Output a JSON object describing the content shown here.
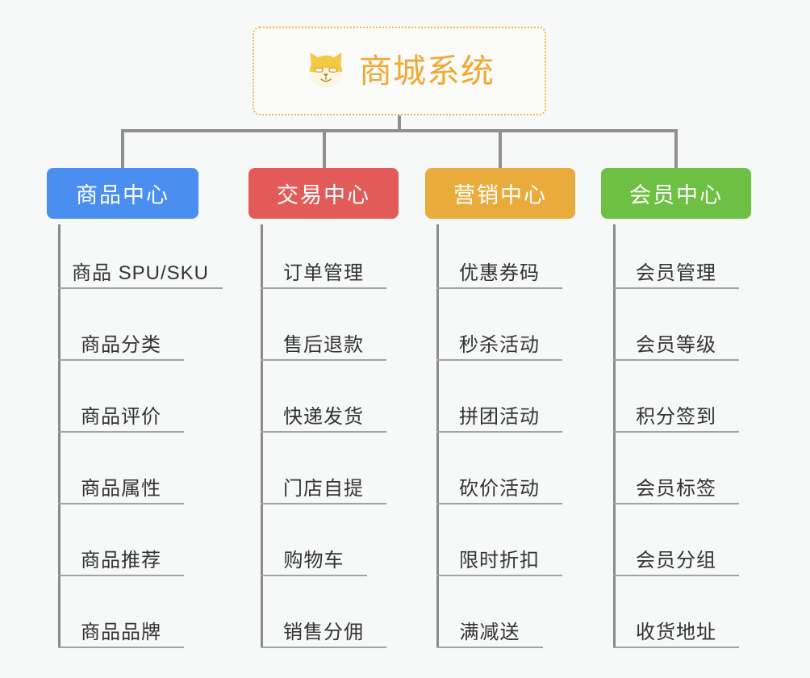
{
  "diagram": {
    "type": "mindmap-tree",
    "background_color": "#f7f8f8",
    "connector_color": "#8f8f8f",
    "root": {
      "title": "商城系统",
      "icon": "shiba-dog-face-icon",
      "border_color": "#f0b840",
      "text_color": "#eeaa33",
      "background_color": "#fbfbfa"
    },
    "branches": [
      {
        "label": "商品中心",
        "color": "#4a8ef0",
        "items": [
          "商品 SPU/SKU",
          "商品分类",
          "商品评价",
          "商品属性",
          "商品推荐",
          "商品品牌"
        ]
      },
      {
        "label": "交易中心",
        "color": "#e35b58",
        "items": [
          "订单管理",
          "售后退款",
          "快递发货",
          "门店自提",
          "购物车",
          "销售分佣"
        ]
      },
      {
        "label": "营销中心",
        "color": "#e9ac3c",
        "items": [
          "优惠券码",
          "秒杀活动",
          "拼团活动",
          "砍价活动",
          "限时折扣",
          "满减送"
        ]
      },
      {
        "label": "会员中心",
        "color": "#6dc043",
        "items": [
          "会员管理",
          "会员等级",
          "积分签到",
          "会员标签",
          "会员分组",
          "收货地址"
        ]
      }
    ]
  }
}
